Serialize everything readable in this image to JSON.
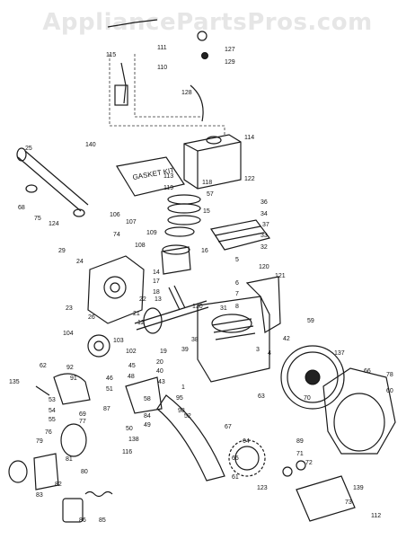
{
  "watermark": "AppliancePartsPros.com",
  "packet_label": "GASKET KIT",
  "callouts": [
    {
      "id": "25",
      "label": "25"
    },
    {
      "id": "140",
      "label": "140"
    },
    {
      "id": "114",
      "label": "114"
    },
    {
      "id": "111",
      "label": "111"
    },
    {
      "id": "115",
      "label": "115"
    },
    {
      "id": "110",
      "label": "110"
    },
    {
      "id": "127",
      "label": "127"
    },
    {
      "id": "129",
      "label": "129"
    },
    {
      "id": "128",
      "label": "128"
    },
    {
      "id": "68",
      "label": "68"
    },
    {
      "id": "75",
      "label": "75"
    },
    {
      "id": "124",
      "label": "124"
    },
    {
      "id": "113",
      "label": "113"
    },
    {
      "id": "119",
      "label": "119"
    },
    {
      "id": "118",
      "label": "118"
    },
    {
      "id": "57",
      "label": "57"
    },
    {
      "id": "15",
      "label": "15"
    },
    {
      "id": "122",
      "label": "122"
    },
    {
      "id": "36",
      "label": "36"
    },
    {
      "id": "34",
      "label": "34"
    },
    {
      "id": "37",
      "label": "37"
    },
    {
      "id": "33",
      "label": "33"
    },
    {
      "id": "32",
      "label": "32"
    },
    {
      "id": "106",
      "label": "106"
    },
    {
      "id": "107",
      "label": "107"
    },
    {
      "id": "109",
      "label": "109"
    },
    {
      "id": "74",
      "label": "74"
    },
    {
      "id": "108",
      "label": "108"
    },
    {
      "id": "29",
      "label": "29"
    },
    {
      "id": "24",
      "label": "24"
    },
    {
      "id": "16",
      "label": "16"
    },
    {
      "id": "14",
      "label": "14"
    },
    {
      "id": "17",
      "label": "17"
    },
    {
      "id": "18",
      "label": "18"
    },
    {
      "id": "5",
      "label": "5"
    },
    {
      "id": "120",
      "label": "120"
    },
    {
      "id": "121",
      "label": "121"
    },
    {
      "id": "6",
      "label": "6"
    },
    {
      "id": "7",
      "label": "7"
    },
    {
      "id": "8",
      "label": "8"
    },
    {
      "id": "59",
      "label": "59"
    },
    {
      "id": "23",
      "label": "23"
    },
    {
      "id": "26",
      "label": "26"
    },
    {
      "id": "22",
      "label": "22"
    },
    {
      "id": "13",
      "label": "13"
    },
    {
      "id": "21",
      "label": "21"
    },
    {
      "id": "130",
      "label": "130"
    },
    {
      "id": "12",
      "label": "12"
    },
    {
      "id": "31",
      "label": "31"
    },
    {
      "id": "104",
      "label": "104"
    },
    {
      "id": "38",
      "label": "38"
    },
    {
      "id": "42",
      "label": "42"
    },
    {
      "id": "103",
      "label": "103"
    },
    {
      "id": "102",
      "label": "102"
    },
    {
      "id": "19",
      "label": "19"
    },
    {
      "id": "39",
      "label": "39"
    },
    {
      "id": "20",
      "label": "20"
    },
    {
      "id": "40",
      "label": "40"
    },
    {
      "id": "3",
      "label": "3"
    },
    {
      "id": "4",
      "label": "4"
    },
    {
      "id": "137",
      "label": "137"
    },
    {
      "id": "66",
      "label": "66"
    },
    {
      "id": "78",
      "label": "78"
    },
    {
      "id": "60",
      "label": "60"
    },
    {
      "id": "62",
      "label": "62"
    },
    {
      "id": "92",
      "label": "92"
    },
    {
      "id": "45",
      "label": "45"
    },
    {
      "id": "48",
      "label": "48"
    },
    {
      "id": "46",
      "label": "46"
    },
    {
      "id": "43",
      "label": "43"
    },
    {
      "id": "135",
      "label": "135"
    },
    {
      "id": "91",
      "label": "91"
    },
    {
      "id": "51",
      "label": "51"
    },
    {
      "id": "53",
      "label": "53"
    },
    {
      "id": "52",
      "label": "52"
    },
    {
      "id": "54",
      "label": "54"
    },
    {
      "id": "55",
      "label": "55"
    },
    {
      "id": "58",
      "label": "58"
    },
    {
      "id": "1",
      "label": "1"
    },
    {
      "id": "95",
      "label": "95"
    },
    {
      "id": "98",
      "label": "98"
    },
    {
      "id": "63",
      "label": "63"
    },
    {
      "id": "67",
      "label": "67"
    },
    {
      "id": "70",
      "label": "70"
    },
    {
      "id": "69",
      "label": "69"
    },
    {
      "id": "87",
      "label": "87"
    },
    {
      "id": "84",
      "label": "84"
    },
    {
      "id": "49",
      "label": "49"
    },
    {
      "id": "50",
      "label": "50"
    },
    {
      "id": "76",
      "label": "76"
    },
    {
      "id": "77",
      "label": "77"
    },
    {
      "id": "138",
      "label": "138"
    },
    {
      "id": "79",
      "label": "79"
    },
    {
      "id": "116",
      "label": "116"
    },
    {
      "id": "64",
      "label": "64"
    },
    {
      "id": "89",
      "label": "89"
    },
    {
      "id": "81",
      "label": "81"
    },
    {
      "id": "80",
      "label": "80"
    },
    {
      "id": "65",
      "label": "65"
    },
    {
      "id": "71",
      "label": "71"
    },
    {
      "id": "72",
      "label": "72"
    },
    {
      "id": "82",
      "label": "82"
    },
    {
      "id": "83",
      "label": "83"
    },
    {
      "id": "61",
      "label": "61"
    },
    {
      "id": "123",
      "label": "123"
    },
    {
      "id": "139",
      "label": "139"
    },
    {
      "id": "73",
      "label": "73"
    },
    {
      "id": "112",
      "label": "112"
    },
    {
      "id": "86",
      "label": "86"
    },
    {
      "id": "85",
      "label": "85"
    }
  ]
}
